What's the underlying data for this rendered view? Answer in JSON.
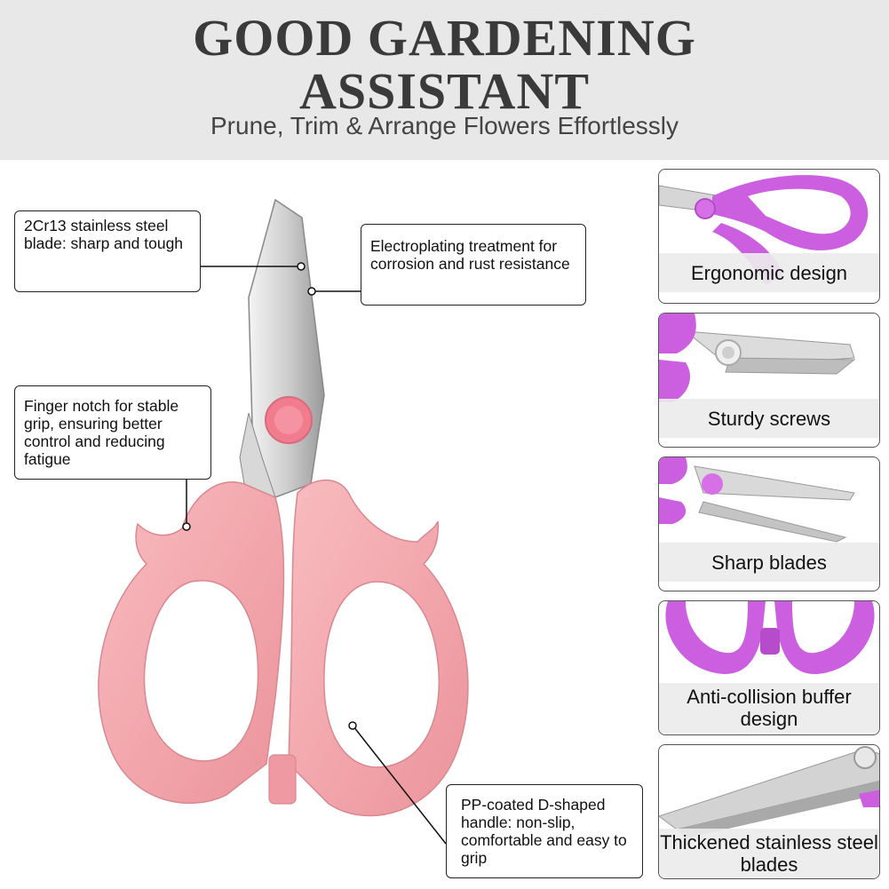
{
  "header": {
    "title_line1": "GOOD GARDENING",
    "title_line2": "ASSISTANT",
    "subtitle": "Prune, Trim & Arrange Flowers Effortlessly"
  },
  "callouts": {
    "blade": "2Cr13 stainless steel blade: sharp and tough",
    "electroplating": "Electroplating treatment for corrosion and rust resistance",
    "finger_notch": "Finger notch for stable grip, ensuring better control and reducing fatigue",
    "handle": "PP-coated D-shaped handle: non-slip, comfortable and easy to grip"
  },
  "features": [
    {
      "label": "Ergonomic design"
    },
    {
      "label": "Sturdy screws"
    },
    {
      "label": "Sharp blades"
    },
    {
      "label": "Anti-collision buffer design"
    },
    {
      "label": "Thickened stainless steel blades"
    }
  ],
  "colors": {
    "handle_pink": "#f4a9ae",
    "handle_purple": "#cc5fe0",
    "header_bg": "#e8e8e8",
    "title_text": "#3a3a3a"
  }
}
